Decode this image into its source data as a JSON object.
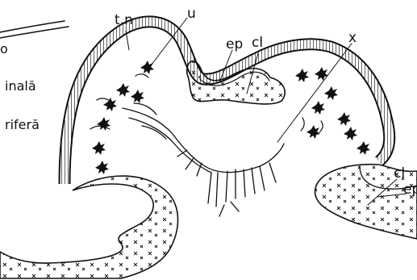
{
  "figure": {
    "labels": {
      "tn": "t.n",
      "u": "u",
      "ep_top": "ep",
      "cl_top": "cl",
      "x": "x",
      "cl_right": "cl",
      "ep_right": "ep"
    },
    "side_text": {
      "line_0": "o",
      "line_1": "inală",
      "line_2": "riferă"
    }
  }
}
